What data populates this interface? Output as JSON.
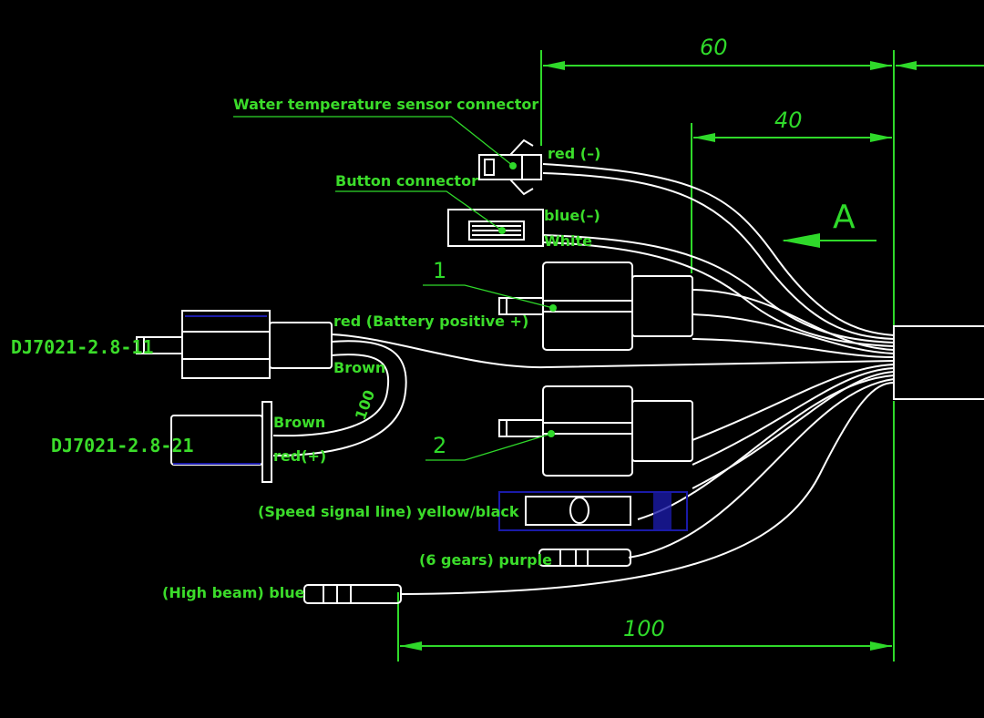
{
  "title": "Wiring harness connector diagram",
  "labels": {
    "water_temp": "Water temperature sensor connector",
    "button": "Button connector",
    "red_minus": "red (–)",
    "blue_minus": "blue(–)",
    "white": "White",
    "red_battery": "red (Battery positive +)",
    "brown_top": "Brown",
    "brown_bottom": "Brown",
    "red_plus": "red(+)",
    "speed": "(Speed signal line) yellow/black",
    "gears": "(6 gears) purple",
    "high_beam": "(High beam) blue"
  },
  "parts": {
    "dj11": "DJ7021-2.8-11",
    "dj21": "DJ7021-2.8-21"
  },
  "callouts": {
    "one": "1",
    "two": "2"
  },
  "view_marker": "A",
  "dimensions": {
    "d60": "60",
    "d40": "40",
    "d100": "100",
    "loop": "100"
  },
  "colors": {
    "annotation": "#3bdc2a",
    "wire": "#ffffff",
    "highlight": "#1a1aa8",
    "background": "#000000"
  }
}
